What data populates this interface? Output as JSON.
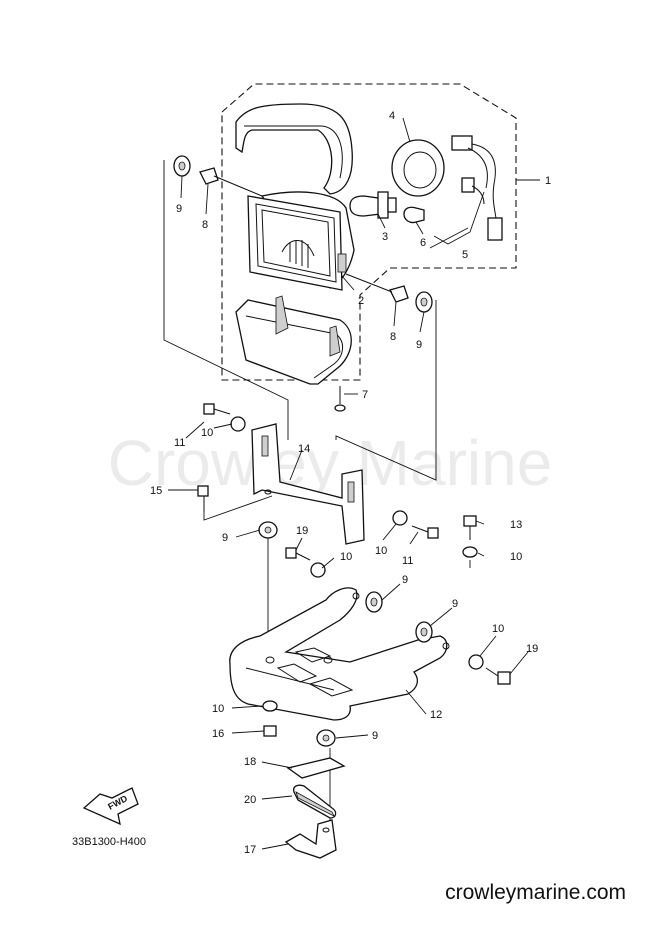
{
  "watermark": "Crowley Marine",
  "site_url": "crowleymarine.com",
  "diagram_code": "33B1300-H400",
  "fwd_badge": "FWD",
  "callouts": [
    "1",
    "2",
    "3",
    "4",
    "5",
    "6",
    "7",
    "8",
    "8",
    "9",
    "9",
    "9",
    "9",
    "9",
    "9",
    "9",
    "10",
    "10",
    "10",
    "10",
    "10",
    "10",
    "11",
    "11",
    "12",
    "13",
    "14",
    "15",
    "16",
    "17",
    "18",
    "19",
    "19",
    "20"
  ]
}
